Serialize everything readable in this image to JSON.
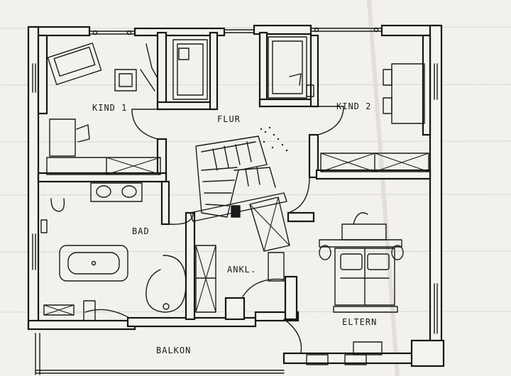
{
  "floor_plan": {
    "rooms": [
      {
        "id": "kind1",
        "label": "KIND 1"
      },
      {
        "id": "flur",
        "label": "FLUR"
      },
      {
        "id": "kind2",
        "label": "KIND 2"
      },
      {
        "id": "bad",
        "label": "BAD"
      },
      {
        "id": "ankl",
        "label": "ANKL."
      },
      {
        "id": "eltern",
        "label": "ELTERN"
      },
      {
        "id": "balkon",
        "label": "BALKON"
      }
    ]
  },
  "colors": {
    "paper": "#f2f1ec",
    "ink": "#1a1a1a",
    "pencil_grid": "#c9c6be"
  }
}
